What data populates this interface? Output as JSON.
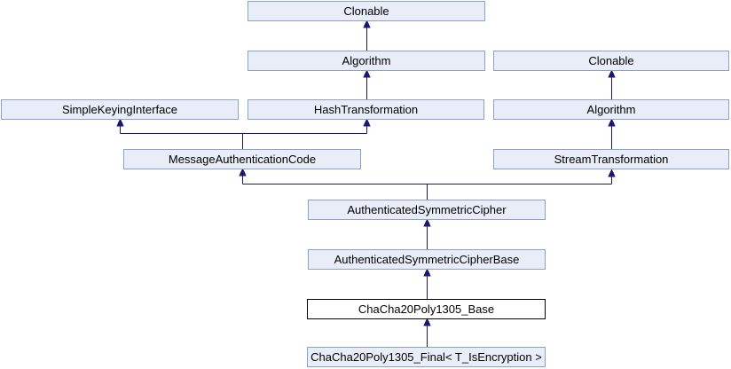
{
  "diagram": {
    "type": "class-inheritance-graph",
    "current_class": "ChaCha20Poly1305_Base",
    "colors": {
      "background": "#FFFFFF",
      "node_fill": "#E8EDF7",
      "node_border": "#8CA0C8",
      "current_node_fill": "#FFFFFF",
      "current_node_border": "#000000",
      "edge": "#191970",
      "text": "#000000"
    },
    "nodes": [
      {
        "id": "clonable-top",
        "label": "Clonable"
      },
      {
        "id": "algorithm-center",
        "label": "Algorithm"
      },
      {
        "id": "clonable-right",
        "label": "Clonable"
      },
      {
        "id": "simple-keying-interface",
        "label": "SimpleKeyingInterface"
      },
      {
        "id": "hash-transformation",
        "label": "HashTransformation"
      },
      {
        "id": "algorithm-right",
        "label": "Algorithm"
      },
      {
        "id": "message-authentication-code",
        "label": "MessageAuthenticationCode"
      },
      {
        "id": "stream-transformation",
        "label": "StreamTransformation"
      },
      {
        "id": "authenticated-symmetric-cipher",
        "label": "AuthenticatedSymmetricCipher"
      },
      {
        "id": "authenticated-symmetric-cipher-base",
        "label": "AuthenticatedSymmetricCipherBase"
      },
      {
        "id": "chacha20poly1305-base",
        "label": "ChaCha20Poly1305_Base"
      },
      {
        "id": "chacha20poly1305-final",
        "label": "ChaCha20Poly1305_Final< T_IsEncryption >"
      }
    ],
    "edges": [
      {
        "from": "Algorithm (center)",
        "to": "Clonable (top)"
      },
      {
        "from": "HashTransformation",
        "to": "Algorithm (center)"
      },
      {
        "from": "Algorithm (right)",
        "to": "Clonable (right)"
      },
      {
        "from": "MessageAuthenticationCode",
        "to": "SimpleKeyingInterface"
      },
      {
        "from": "MessageAuthenticationCode",
        "to": "HashTransformation"
      },
      {
        "from": "StreamTransformation",
        "to": "Algorithm (right)"
      },
      {
        "from": "AuthenticatedSymmetricCipher",
        "to": "MessageAuthenticationCode"
      },
      {
        "from": "AuthenticatedSymmetricCipher",
        "to": "StreamTransformation"
      },
      {
        "from": "AuthenticatedSymmetricCipherBase",
        "to": "AuthenticatedSymmetricCipher"
      },
      {
        "from": "ChaCha20Poly1305_Base",
        "to": "AuthenticatedSymmetricCipherBase"
      },
      {
        "from": "ChaCha20Poly1305_Final< T_IsEncryption >",
        "to": "ChaCha20Poly1305_Base"
      }
    ]
  }
}
